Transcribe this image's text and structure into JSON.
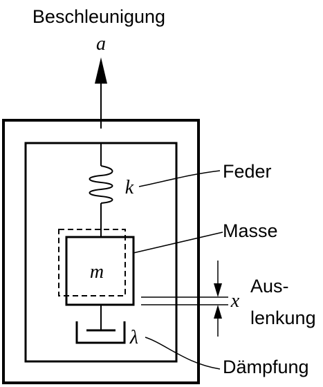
{
  "diagram": {
    "title": "Beschleunigung",
    "accel_symbol": "a",
    "spring_symbol": "k",
    "mass_symbol": "m",
    "damping_symbol": "λ",
    "displacement_symbol": "x",
    "labels": {
      "feder": "Feder",
      "masse": "Masse",
      "auslenkung_line1": "Aus-",
      "auslenkung_line2": "lenkung",
      "daempfung": "Dämpfung"
    }
  }
}
